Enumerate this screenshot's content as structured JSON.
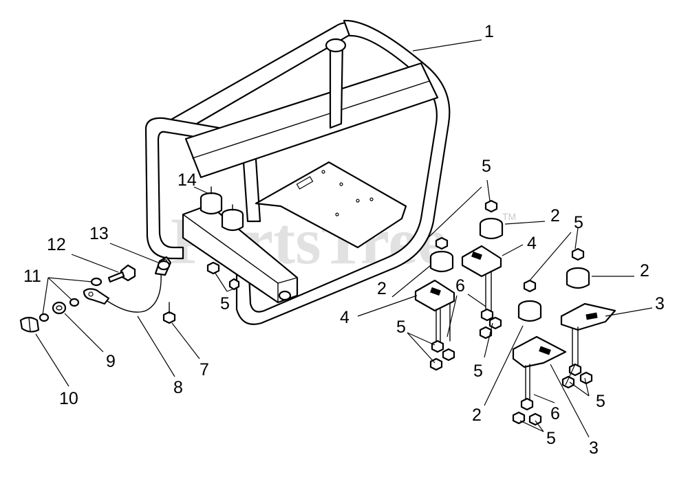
{
  "watermark": {
    "text": "PartsTree",
    "trademark": "TM"
  },
  "callouts": [
    {
      "id": "c1",
      "label": "1"
    },
    {
      "id": "c2a",
      "label": "2"
    },
    {
      "id": "c2b",
      "label": "2"
    },
    {
      "id": "c2c",
      "label": "2"
    },
    {
      "id": "c2d",
      "label": "2"
    },
    {
      "id": "c3a",
      "label": "3"
    },
    {
      "id": "c3b",
      "label": "3"
    },
    {
      "id": "c4a",
      "label": "4"
    },
    {
      "id": "c4b",
      "label": "4"
    },
    {
      "id": "c5a",
      "label": "5"
    },
    {
      "id": "c5b",
      "label": "5"
    },
    {
      "id": "c5c",
      "label": "5"
    },
    {
      "id": "c5d",
      "label": "5"
    },
    {
      "id": "c5e",
      "label": "5"
    },
    {
      "id": "c5f",
      "label": "5"
    },
    {
      "id": "c5g",
      "label": "5"
    },
    {
      "id": "c6a",
      "label": "6"
    },
    {
      "id": "c6b",
      "label": "6"
    },
    {
      "id": "c7",
      "label": "7"
    },
    {
      "id": "c8",
      "label": "8"
    },
    {
      "id": "c9",
      "label": "9"
    },
    {
      "id": "c10",
      "label": "10"
    },
    {
      "id": "c11",
      "label": "11"
    },
    {
      "id": "c12",
      "label": "12"
    },
    {
      "id": "c13",
      "label": "13"
    },
    {
      "id": "c14",
      "label": "14"
    }
  ]
}
